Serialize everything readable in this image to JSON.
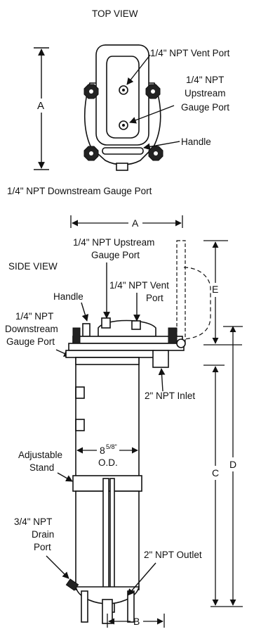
{
  "top_view": {
    "title": "TOP VIEW",
    "labels": {
      "vent_port": "1/4\" NPT Vent Port",
      "upstream_l1": "1/4\" NPT",
      "upstream_l2": "Upstream",
      "upstream_l3": "Gauge Port",
      "handle": "Handle",
      "dim_a": "A",
      "downstream": "1/4\" NPT Downstream Gauge Port"
    }
  },
  "side_view": {
    "title": "SIDE VIEW",
    "labels": {
      "dim_a": "A",
      "upstream_l1": "1/4\" NPT Upstream",
      "upstream_l2": "Gauge Port",
      "vent_l1": "1/4\" NPT Vent",
      "vent_l2": "Port",
      "handle": "Handle",
      "downstream_l1": "1/4\" NPT",
      "downstream_l2": "Downstream",
      "downstream_l3": "Gauge Port",
      "dim_e": "E",
      "inlet": "2\" NPT Inlet",
      "diameter_main": "8",
      "diameter_frac": "5/8\"",
      "diameter_od": "O.D.",
      "stand_l1": "Adjustable",
      "stand_l2": "Stand",
      "dim_c": "C",
      "dim_d": "D",
      "drain_l1": "3/4\" NPT",
      "drain_l2": "Drain",
      "drain_l3": "Port",
      "outlet": "2\" NPT Outlet",
      "dim_b": "B"
    }
  }
}
